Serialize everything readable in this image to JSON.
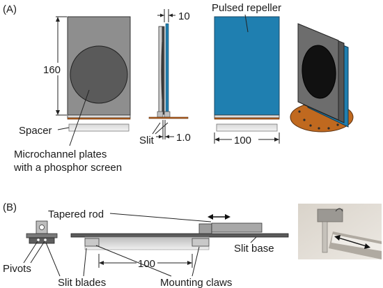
{
  "panel_a": {
    "tag": "(A)",
    "dim_height": "160",
    "dim_thickness": "10",
    "dim_slit": "1.0",
    "dim_width": "100",
    "label_repeller": "Pulsed repeller",
    "label_spacer": "Spacer",
    "label_slit": "Slit",
    "label_mcp_line1": "Microchannel plates",
    "label_mcp_line2": "with a phosphor screen"
  },
  "panel_b": {
    "tag": "(B)",
    "label_tapered_rod": "Tapered rod",
    "label_slit_base": "Slit base",
    "label_pivots": "Pivots",
    "label_slit_blades": "Slit blades",
    "label_mounting_claws": "Mounting claws",
    "dim_span": "100"
  },
  "colors": {
    "plate_gray": "#8e8e8e",
    "mcp_circle": "#5a5a5a",
    "repeller_blue": "#1f7fb0",
    "base_brown": "#b8621d",
    "photo_bg": "#e4e0da"
  }
}
